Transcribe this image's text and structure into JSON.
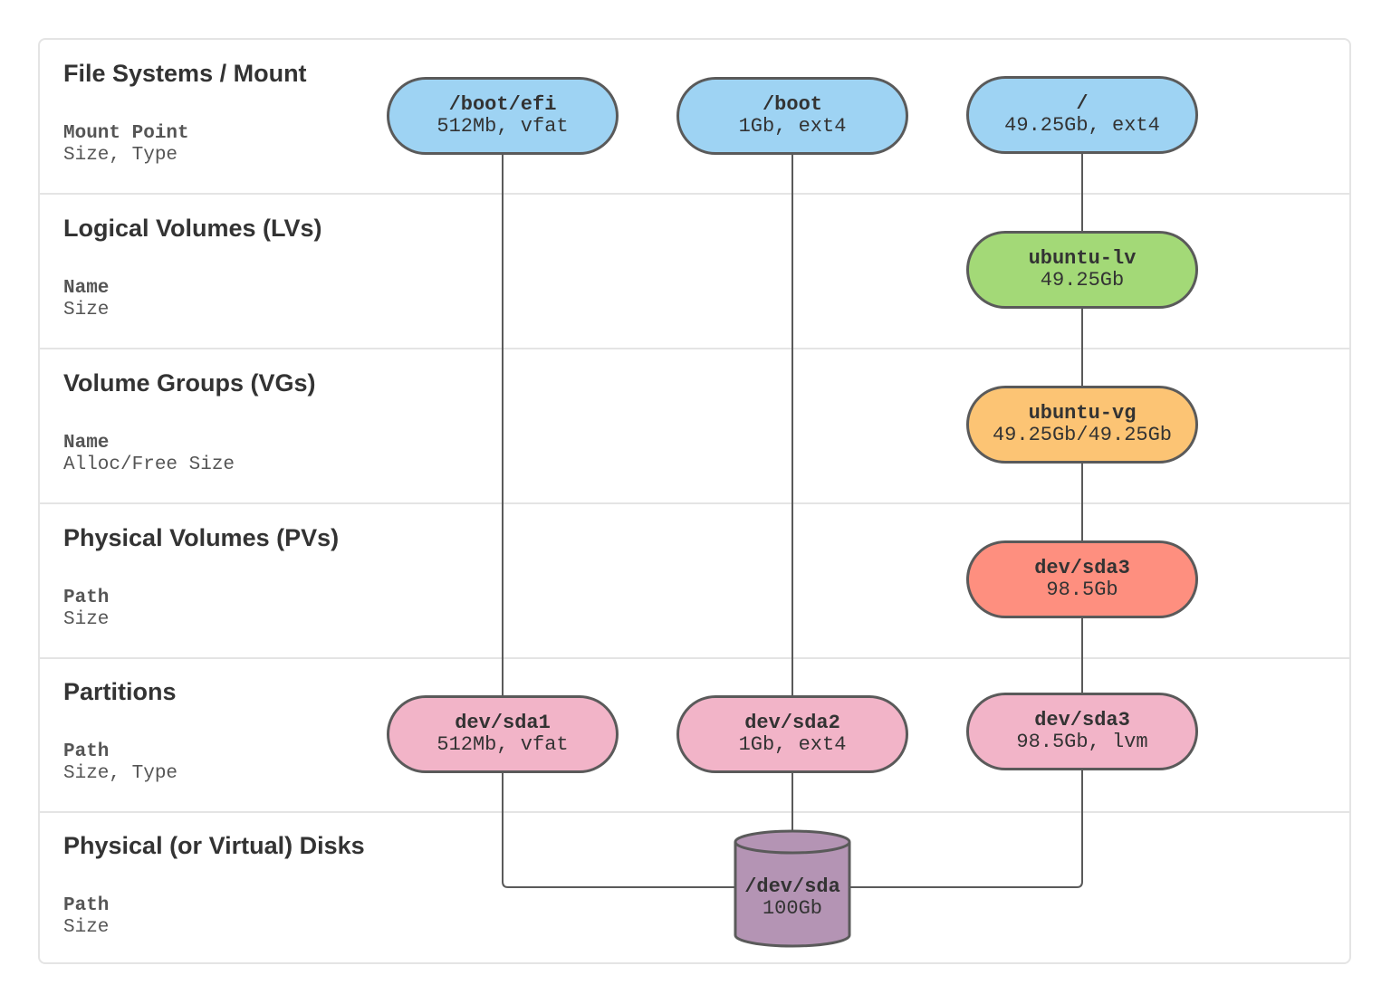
{
  "rows": [
    {
      "title": "File Systems / Mount",
      "key": "Mount Point",
      "sub": "Size, Type"
    },
    {
      "title": "Logical Volumes (LVs)",
      "key": "Name",
      "sub": "Size"
    },
    {
      "title": "Volume Groups (VGs)",
      "key": "Name",
      "sub": "Alloc/Free Size"
    },
    {
      "title": "Physical Volumes (PVs)",
      "key": "Path",
      "sub": "Size"
    },
    {
      "title": "Partitions",
      "key": "Path",
      "sub": "Size, Type"
    },
    {
      "title": "Physical (or Virtual) Disks",
      "key": "Path",
      "sub": "Size"
    }
  ],
  "nodes": {
    "mount_boot_efi": {
      "name": "/boot/efi",
      "info": "512Mb, vfat"
    },
    "mount_boot": {
      "name": "/boot",
      "info": "1Gb, ext4"
    },
    "mount_root": {
      "name": "/",
      "info": "49.25Gb, ext4"
    },
    "lv_ubuntu": {
      "name": "ubuntu-lv",
      "info": "49.25Gb"
    },
    "vg_ubuntu": {
      "name": "ubuntu-vg",
      "info": "49.25Gb/49.25Gb"
    },
    "pv_sda3": {
      "name": "dev/sda3",
      "info": "98.5Gb"
    },
    "part_sda1": {
      "name": "dev/sda1",
      "info": "512Mb, vfat"
    },
    "part_sda2": {
      "name": "dev/sda2",
      "info": "1Gb, ext4"
    },
    "part_sda3": {
      "name": "dev/sda3",
      "info": "98.5Gb, lvm"
    },
    "disk_sda": {
      "name": "/dev/sda",
      "info": "100Gb"
    }
  },
  "colors": {
    "mount": "#9ed3f3",
    "lv": "#a3d977",
    "vg": "#fcc474",
    "pv": "#fe8f7f",
    "partition": "#f2b4c8",
    "disk": "#b494b4",
    "stroke": "#5a5a5a",
    "divider": "#e4e4e4"
  }
}
